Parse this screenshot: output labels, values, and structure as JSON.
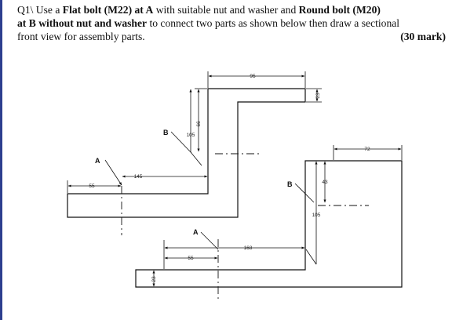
{
  "question": {
    "line1": {
      "prefix": "Q1\\ Use a ",
      "bold1": "Flat bolt (M22) at A",
      "mid1": " with suitable nut and washer and ",
      "bold2": "Round bolt (M20)"
    },
    "line2": {
      "bold1": "at B without nut and washer",
      "rest": " to connect two parts as shown below then draw a sectional"
    },
    "line3": {
      "text": "front view for assembly parts.",
      "marks": "(30 mark)"
    }
  },
  "drawing": {
    "labels": {
      "a_top": "A",
      "b_top": "B",
      "b_right": "B",
      "a_bottom": "A"
    },
    "dimensions": {
      "d95": "95",
      "d23_top": "23",
      "d66": "66",
      "d105_left": "105",
      "d72": "72",
      "d145": "145",
      "d55_left": "55",
      "d43": "43",
      "d105_right": "105",
      "d168": "168",
      "d55_bottom": "55",
      "d23_bottom": "23"
    }
  }
}
